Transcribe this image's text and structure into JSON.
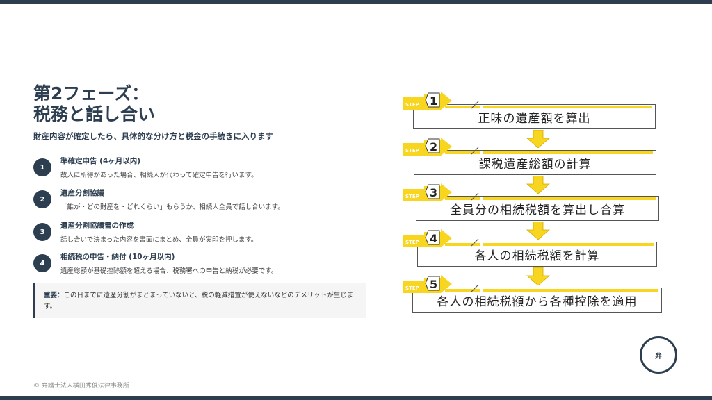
{
  "title_line1": "第2フェーズ：",
  "title_line2": "税務と話し合い",
  "subtitle": "財産内容が確定したら、具体的な分け方と税金の手続きに入ります",
  "items": [
    {
      "num": "1",
      "title": "準確定申告 (4ヶ月以内)",
      "desc": "故人に所得があった場合、相続人が代わって確定申告を行います。"
    },
    {
      "num": "2",
      "title": "遺産分割協議",
      "desc": "「誰が・どの財産を・どれくらい」もらうか、相続人全員で話し合います。"
    },
    {
      "num": "3",
      "title": "遺産分割協議書の作成",
      "desc": "話し合いで決まった内容を書面にまとめ、全員が実印を押します。"
    },
    {
      "num": "4",
      "title": "相続税の申告・納付 (10ヶ月以内)",
      "desc": "遺産総額が基礎控除額を超える場合、税務署への申告と納税が必要です。"
    }
  ],
  "note": {
    "label": "重要：",
    "text": "この日までに遺産分割がまとまっていないと、税の軽減措置が使えないなどのデメリットが生じます。"
  },
  "steps": [
    {
      "tag": "STEP",
      "num": "1",
      "label": "正味の遺産額を算出"
    },
    {
      "tag": "STEP",
      "num": "2",
      "label": "課税遺産総額の計算"
    },
    {
      "tag": "STEP",
      "num": "3",
      "label": "全員分の相続税額を算出し合算"
    },
    {
      "tag": "STEP",
      "num": "4",
      "label": "各人の相続税額を計算"
    },
    {
      "tag": "STEP",
      "num": "5",
      "label": "各人の相続税額から各種控除を適用"
    }
  ],
  "footer": "© 弁護士法人横田秀俊法律事務所",
  "logo": "弁",
  "colors": {
    "navy": "#2c3e50",
    "yellow": "#f8d51e"
  }
}
